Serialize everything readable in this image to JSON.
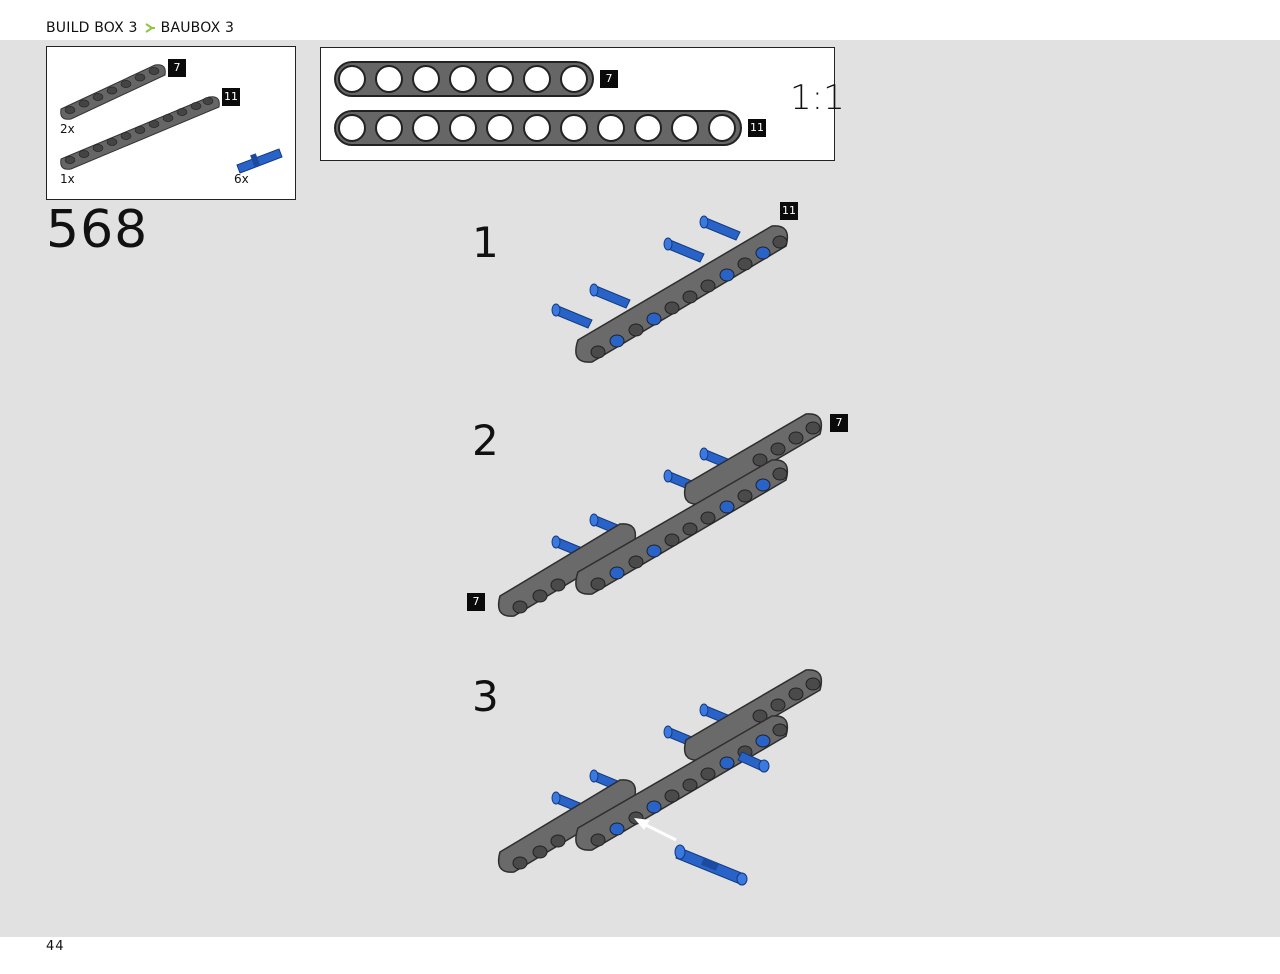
{
  "header": {
    "breadcrumb_en": "BUILD BOX 3",
    "breadcrumb_de": "BAUBOX 3",
    "separator_color": "#8dc63f"
  },
  "parts_list": {
    "items": [
      {
        "name": "beam-7",
        "length_tag": "7",
        "qty": "2x",
        "color": "#666666"
      },
      {
        "name": "beam-11",
        "length_tag": "11",
        "qty": "1x",
        "color": "#666666"
      },
      {
        "name": "pin",
        "qty": "6x",
        "color": "#2a63c8"
      }
    ]
  },
  "ruler": {
    "beam7_tag": "7",
    "beam11_tag": "11",
    "scale_label": "1:1"
  },
  "step": {
    "number": "568"
  },
  "substeps": [
    {
      "label": "1",
      "tag": "11"
    },
    {
      "label": "2",
      "tag_top": "7",
      "tag_bottom": "7"
    },
    {
      "label": "3"
    }
  ],
  "footer": {
    "page_number": "44"
  },
  "colors": {
    "beam": "#666666",
    "beam_dark": "#3f3f3f",
    "pin": "#2a63c8",
    "page_bg": "#e1e1e1"
  }
}
